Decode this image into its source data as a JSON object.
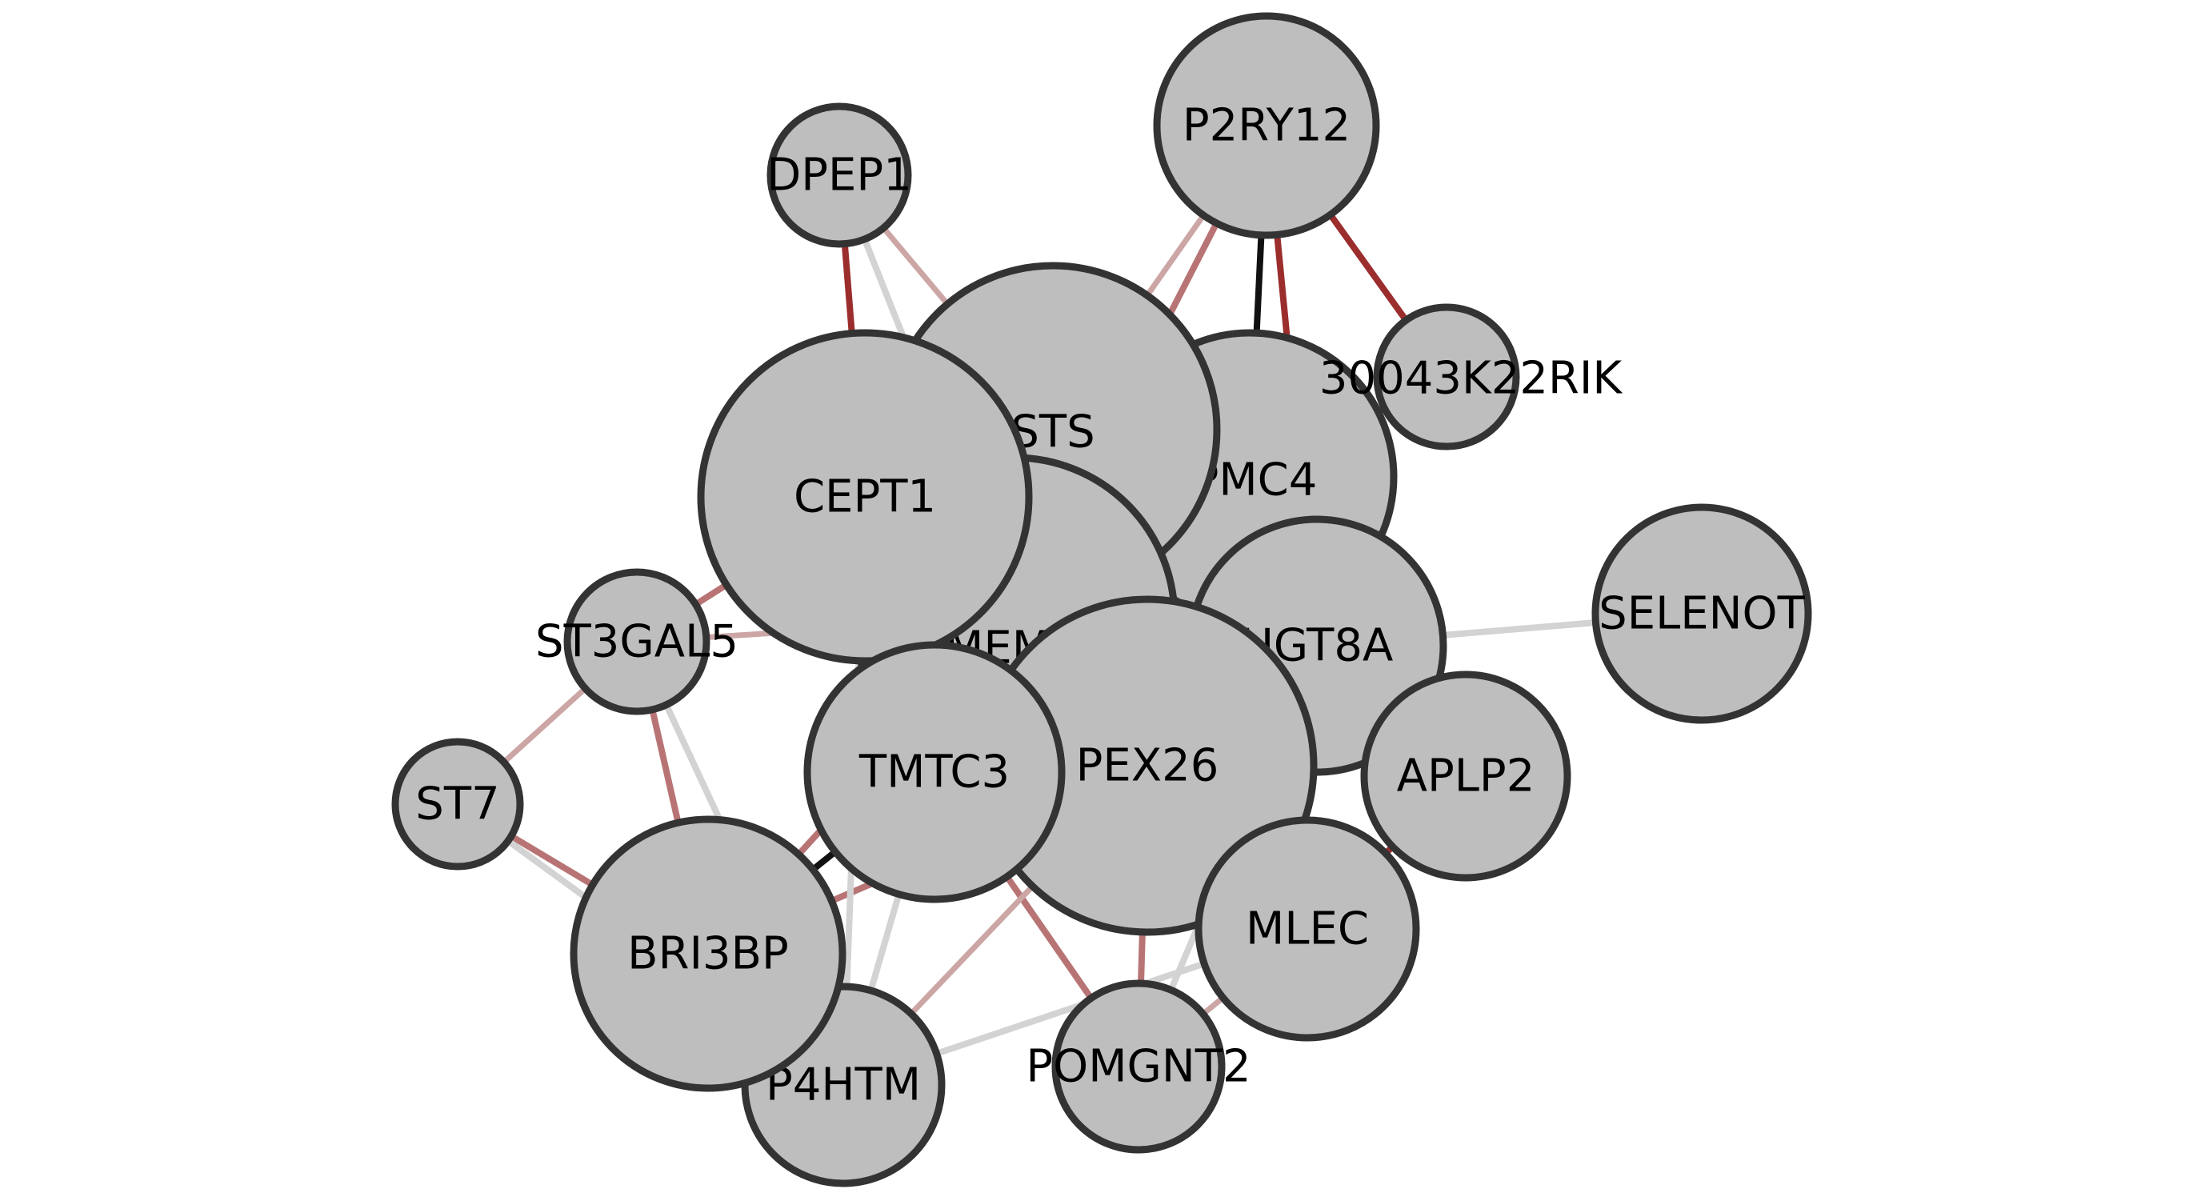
{
  "network": {
    "colors": {
      "background": "#ffffff",
      "node_fill": "#bebebe",
      "node_stroke": "#333333",
      "label": "#000000",
      "edge_strong_red": "#9b2d2d",
      "edge_medium_red": "#b87474",
      "edge_light_red": "#cca5a5",
      "edge_gray": "#d3d3d3",
      "edge_black": "#111111"
    },
    "nodes": [
      {
        "id": "cept1",
        "label": "CEPT1"
      },
      {
        "id": "sts",
        "label": "STS"
      },
      {
        "id": "tmem",
        "label": "TMEM"
      },
      {
        "id": "pmc4",
        "label": "PMC4"
      },
      {
        "id": "ugt8a",
        "label": "UGT8A"
      },
      {
        "id": "pex26",
        "label": "PEX26"
      },
      {
        "id": "tmtc3",
        "label": "TMTC3"
      },
      {
        "id": "p2ry12",
        "label": "P2RY12"
      },
      {
        "id": "dpep1",
        "label": "DPEP1"
      },
      {
        "id": "rik",
        "label": "30043K22RIK"
      },
      {
        "id": "selenot",
        "label": "SELENOT"
      },
      {
        "id": "aplp2",
        "label": "APLP2"
      },
      {
        "id": "mlec",
        "label": "MLEC"
      },
      {
        "id": "pomgnt2",
        "label": "POMGNT2"
      },
      {
        "id": "p4htm",
        "label": "P4HTM"
      },
      {
        "id": "bri3bp",
        "label": "BRI3BP"
      },
      {
        "id": "st7",
        "label": "ST7"
      },
      {
        "id": "st3gal5",
        "label": "ST3GAL5"
      }
    ],
    "edges": [
      {
        "source": "dpep1",
        "target": "cept1",
        "strength": "strong"
      },
      {
        "source": "dpep1",
        "target": "sts",
        "strength": "light"
      },
      {
        "source": "dpep1",
        "target": "tmem",
        "strength": "gray"
      },
      {
        "source": "p2ry12",
        "target": "sts",
        "strength": "light"
      },
      {
        "source": "p2ry12",
        "target": "tmem",
        "strength": "medium"
      },
      {
        "source": "p2ry12",
        "target": "pmc4",
        "strength": "black"
      },
      {
        "source": "p2ry12",
        "target": "ugt8a",
        "strength": "strong"
      },
      {
        "source": "p2ry12",
        "target": "rik",
        "strength": "strong"
      },
      {
        "source": "rik",
        "target": "pmc4",
        "strength": "strong"
      },
      {
        "source": "selenot",
        "target": "ugt8a",
        "strength": "gray"
      },
      {
        "source": "st3gal5",
        "target": "cept1",
        "strength": "medium"
      },
      {
        "source": "st3gal5",
        "target": "tmem",
        "strength": "light"
      },
      {
        "source": "st3gal5",
        "target": "bri3bp",
        "strength": "medium"
      },
      {
        "source": "st3gal5",
        "target": "st7",
        "strength": "light"
      },
      {
        "source": "st3gal5",
        "target": "p4htm",
        "strength": "gray"
      },
      {
        "source": "st7",
        "target": "bri3bp",
        "strength": "medium"
      },
      {
        "source": "st7",
        "target": "p4htm",
        "strength": "gray"
      },
      {
        "source": "bri3bp",
        "target": "tmtc3",
        "strength": "black"
      },
      {
        "source": "bri3bp",
        "target": "tmem",
        "strength": "medium"
      },
      {
        "source": "bri3bp",
        "target": "pex26",
        "strength": "medium"
      },
      {
        "source": "tmtc3",
        "target": "cept1",
        "strength": "black"
      },
      {
        "source": "tmtc3",
        "target": "p4htm",
        "strength": "gray"
      },
      {
        "source": "tmtc3",
        "target": "pomgnt2",
        "strength": "medium"
      },
      {
        "source": "pex26",
        "target": "p4htm",
        "strength": "light"
      },
      {
        "source": "pex26",
        "target": "pomgnt2",
        "strength": "medium"
      },
      {
        "source": "pex26",
        "target": "mlec",
        "strength": "black"
      },
      {
        "source": "ugt8a",
        "target": "pomgnt2",
        "strength": "gray"
      },
      {
        "source": "mlec",
        "target": "p4htm",
        "strength": "gray"
      },
      {
        "source": "mlec",
        "target": "pomgnt2",
        "strength": "light"
      },
      {
        "source": "aplp2",
        "target": "mlec",
        "strength": "strong"
      },
      {
        "source": "cept1",
        "target": "p4htm",
        "strength": "gray"
      }
    ]
  }
}
